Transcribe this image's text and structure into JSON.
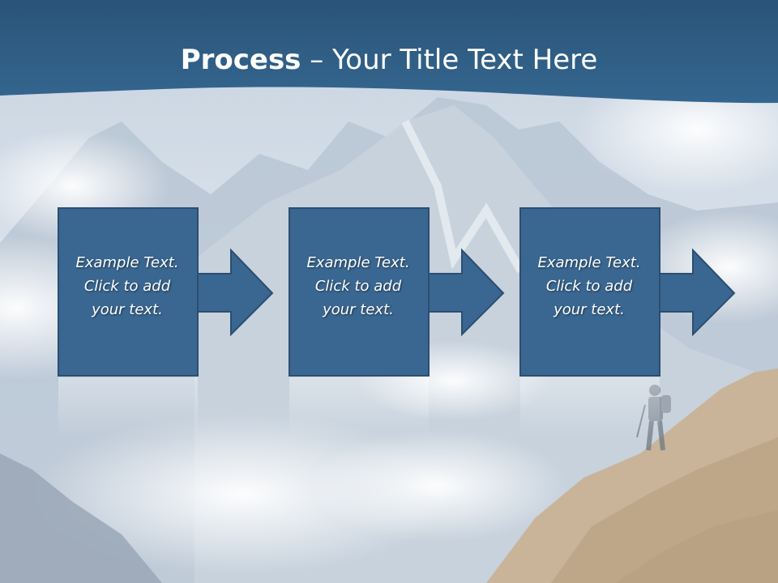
{
  "title": {
    "bold": "Process",
    "rest": " – Your Title Text Here"
  },
  "steps": [
    {
      "lines": [
        "Example Text.",
        "Click  to add",
        "your text."
      ]
    },
    {
      "lines": [
        "Example Text.",
        "Click  to add",
        "your text."
      ]
    },
    {
      "lines": [
        "Example Text.",
        "Click  to add",
        "your text."
      ]
    }
  ],
  "colors": {
    "header": "#2f5f86",
    "box": "#3a6791",
    "box_border": "#2b4e70"
  },
  "icons": [
    "arrow-right-icon",
    "hiker-icon"
  ]
}
